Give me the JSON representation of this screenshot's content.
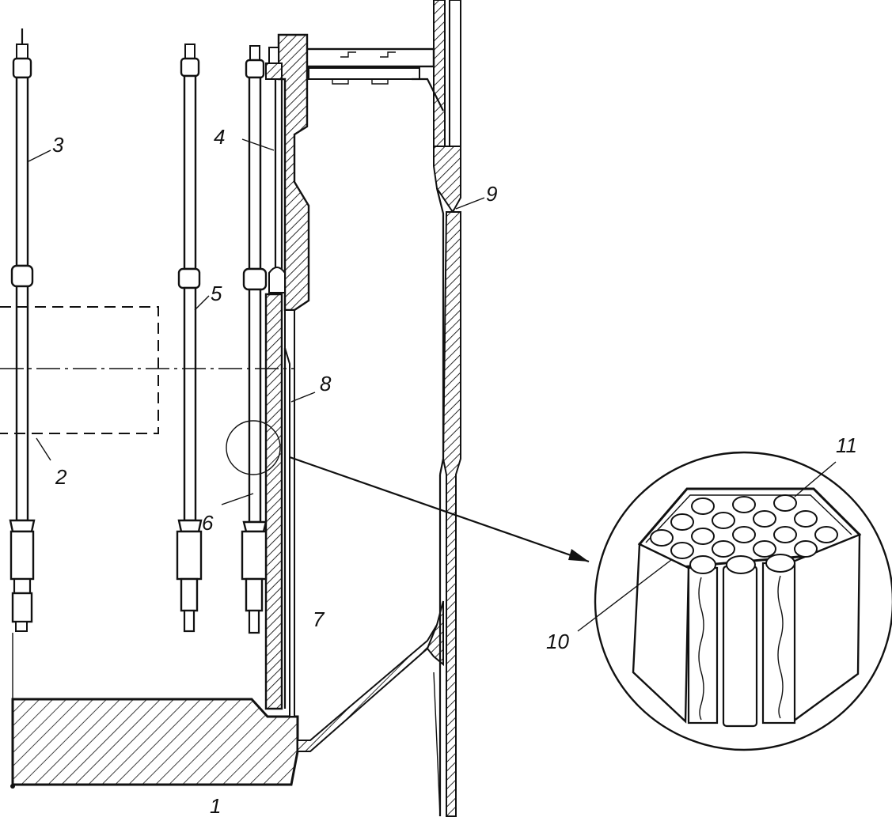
{
  "diagram": {
    "labels": {
      "l1": "1",
      "l2": "2",
      "l3": "3",
      "l4": "4",
      "l5": "5",
      "l6": "6",
      "l7": "7",
      "l8": "8",
      "l9": "9",
      "l10": "10",
      "l11": "11"
    }
  },
  "colors": {
    "ink": "#111111",
    "paper": "#ffffff"
  }
}
